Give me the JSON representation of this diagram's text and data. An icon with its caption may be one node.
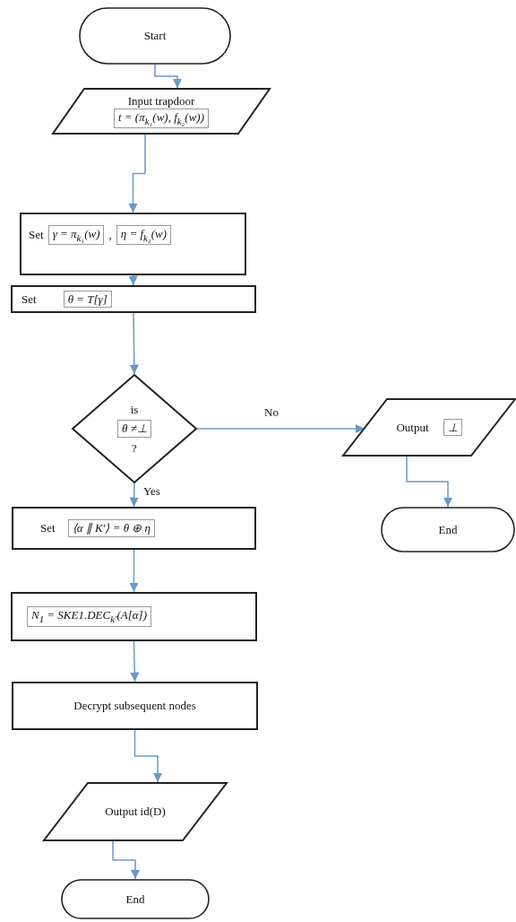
{
  "diagram": {
    "nodes": [
      {
        "text": [
          "Start"
        ]
      },
      {
        "text": [
          "Input trapdoor",
          "t = (π$_{k₁}$(w), f$_{k₂}$(w))"
        ]
      },
      {
        "text": [
          "Set",
          "γ = π$_{k₁}$(w)",
          ",",
          "η = f$_{k₂}$(w)"
        ]
      },
      {
        "text": [
          "Set",
          "θ = T[γ]"
        ]
      },
      {
        "text": [
          "is",
          "θ ≠⊥",
          "?"
        ]
      },
      {
        "text": [
          "Output",
          "⊥"
        ]
      },
      {
        "text": [
          "End"
        ]
      },
      {
        "text": [
          "Set",
          "⟨α ∥ K′⟩ = θ ⊕ η"
        ]
      },
      {
        "text": [
          "N$_{1}$ = SKE1.DEC$_{k′}$(A[α])"
        ]
      },
      {
        "text": [
          "Decrypt subsequent nodes"
        ]
      },
      {
        "text": [
          "Output id(D)"
        ]
      },
      {
        "text": [
          "End"
        ]
      }
    ],
    "edges": [
      {
        "from": 0,
        "to": 1,
        "arrow": "to"
      },
      {
        "from": 1,
        "to": 2,
        "arrow": "to"
      },
      {
        "from": 2,
        "to": 3,
        "arrow": "to"
      },
      {
        "from": 3,
        "to": 4,
        "arrow": "to"
      },
      {
        "from": 4,
        "to": 5,
        "arrow": "to",
        "label": "No"
      },
      {
        "from": 5,
        "to": 6,
        "arrow": "to"
      },
      {
        "from": 4,
        "to": 7,
        "arrow": "to",
        "label": "Yes"
      },
      {
        "from": 7,
        "to": 8,
        "arrow": "to"
      },
      {
        "from": 8,
        "to": 9,
        "arrow": "to"
      },
      {
        "from": 9,
        "to": 10,
        "arrow": "to"
      },
      {
        "from": 10,
        "to": 11,
        "arrow": "to"
      }
    ]
  }
}
